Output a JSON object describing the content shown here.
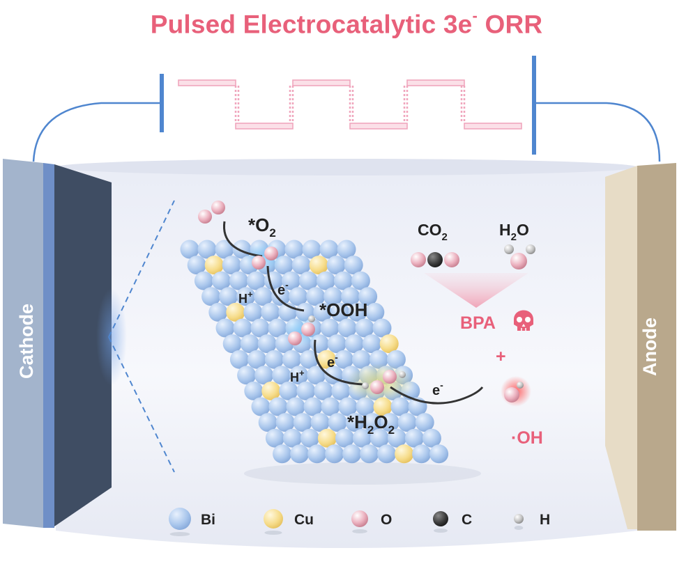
{
  "title": {
    "main": "Pulsed Electrocatalytic 3e",
    "sup": "-",
    "tail": " ORR"
  },
  "electrodes": {
    "cathode": "Cathode",
    "anode": "Anode"
  },
  "steps": {
    "o2": "*O",
    "o2_sub": "2",
    "ooh": "*OOH",
    "h2o2_a": "*H",
    "h2o2_sub1": "2",
    "h2o2_b": "O",
    "h2o2_sub2": "2",
    "proton": "H",
    "proton_sup": "+",
    "electron": "e",
    "electron_sup": "-"
  },
  "products": {
    "co2_a": "CO",
    "co2_sub": "2",
    "h2o_a": "H",
    "h2o_sub": "2",
    "h2o_b": "O",
    "bpa": "BPA",
    "plus": "+",
    "oh": "·OH"
  },
  "legend": [
    {
      "label": "Bi",
      "color": "#a9c6ec"
    },
    {
      "label": "Cu",
      "color": "#f6dc8a"
    },
    {
      "label": "O",
      "color": "#ecb2c0"
    },
    {
      "label": "C",
      "color": "#3a3a3a"
    },
    {
      "label": "H",
      "color": "#bfbfbf"
    }
  ],
  "colors": {
    "accent": "#e8607a",
    "wire": "#4f86cf",
    "cathode": "#3f4d63",
    "anode": "#d7c6a8",
    "pulse": "#f0a6bd"
  }
}
